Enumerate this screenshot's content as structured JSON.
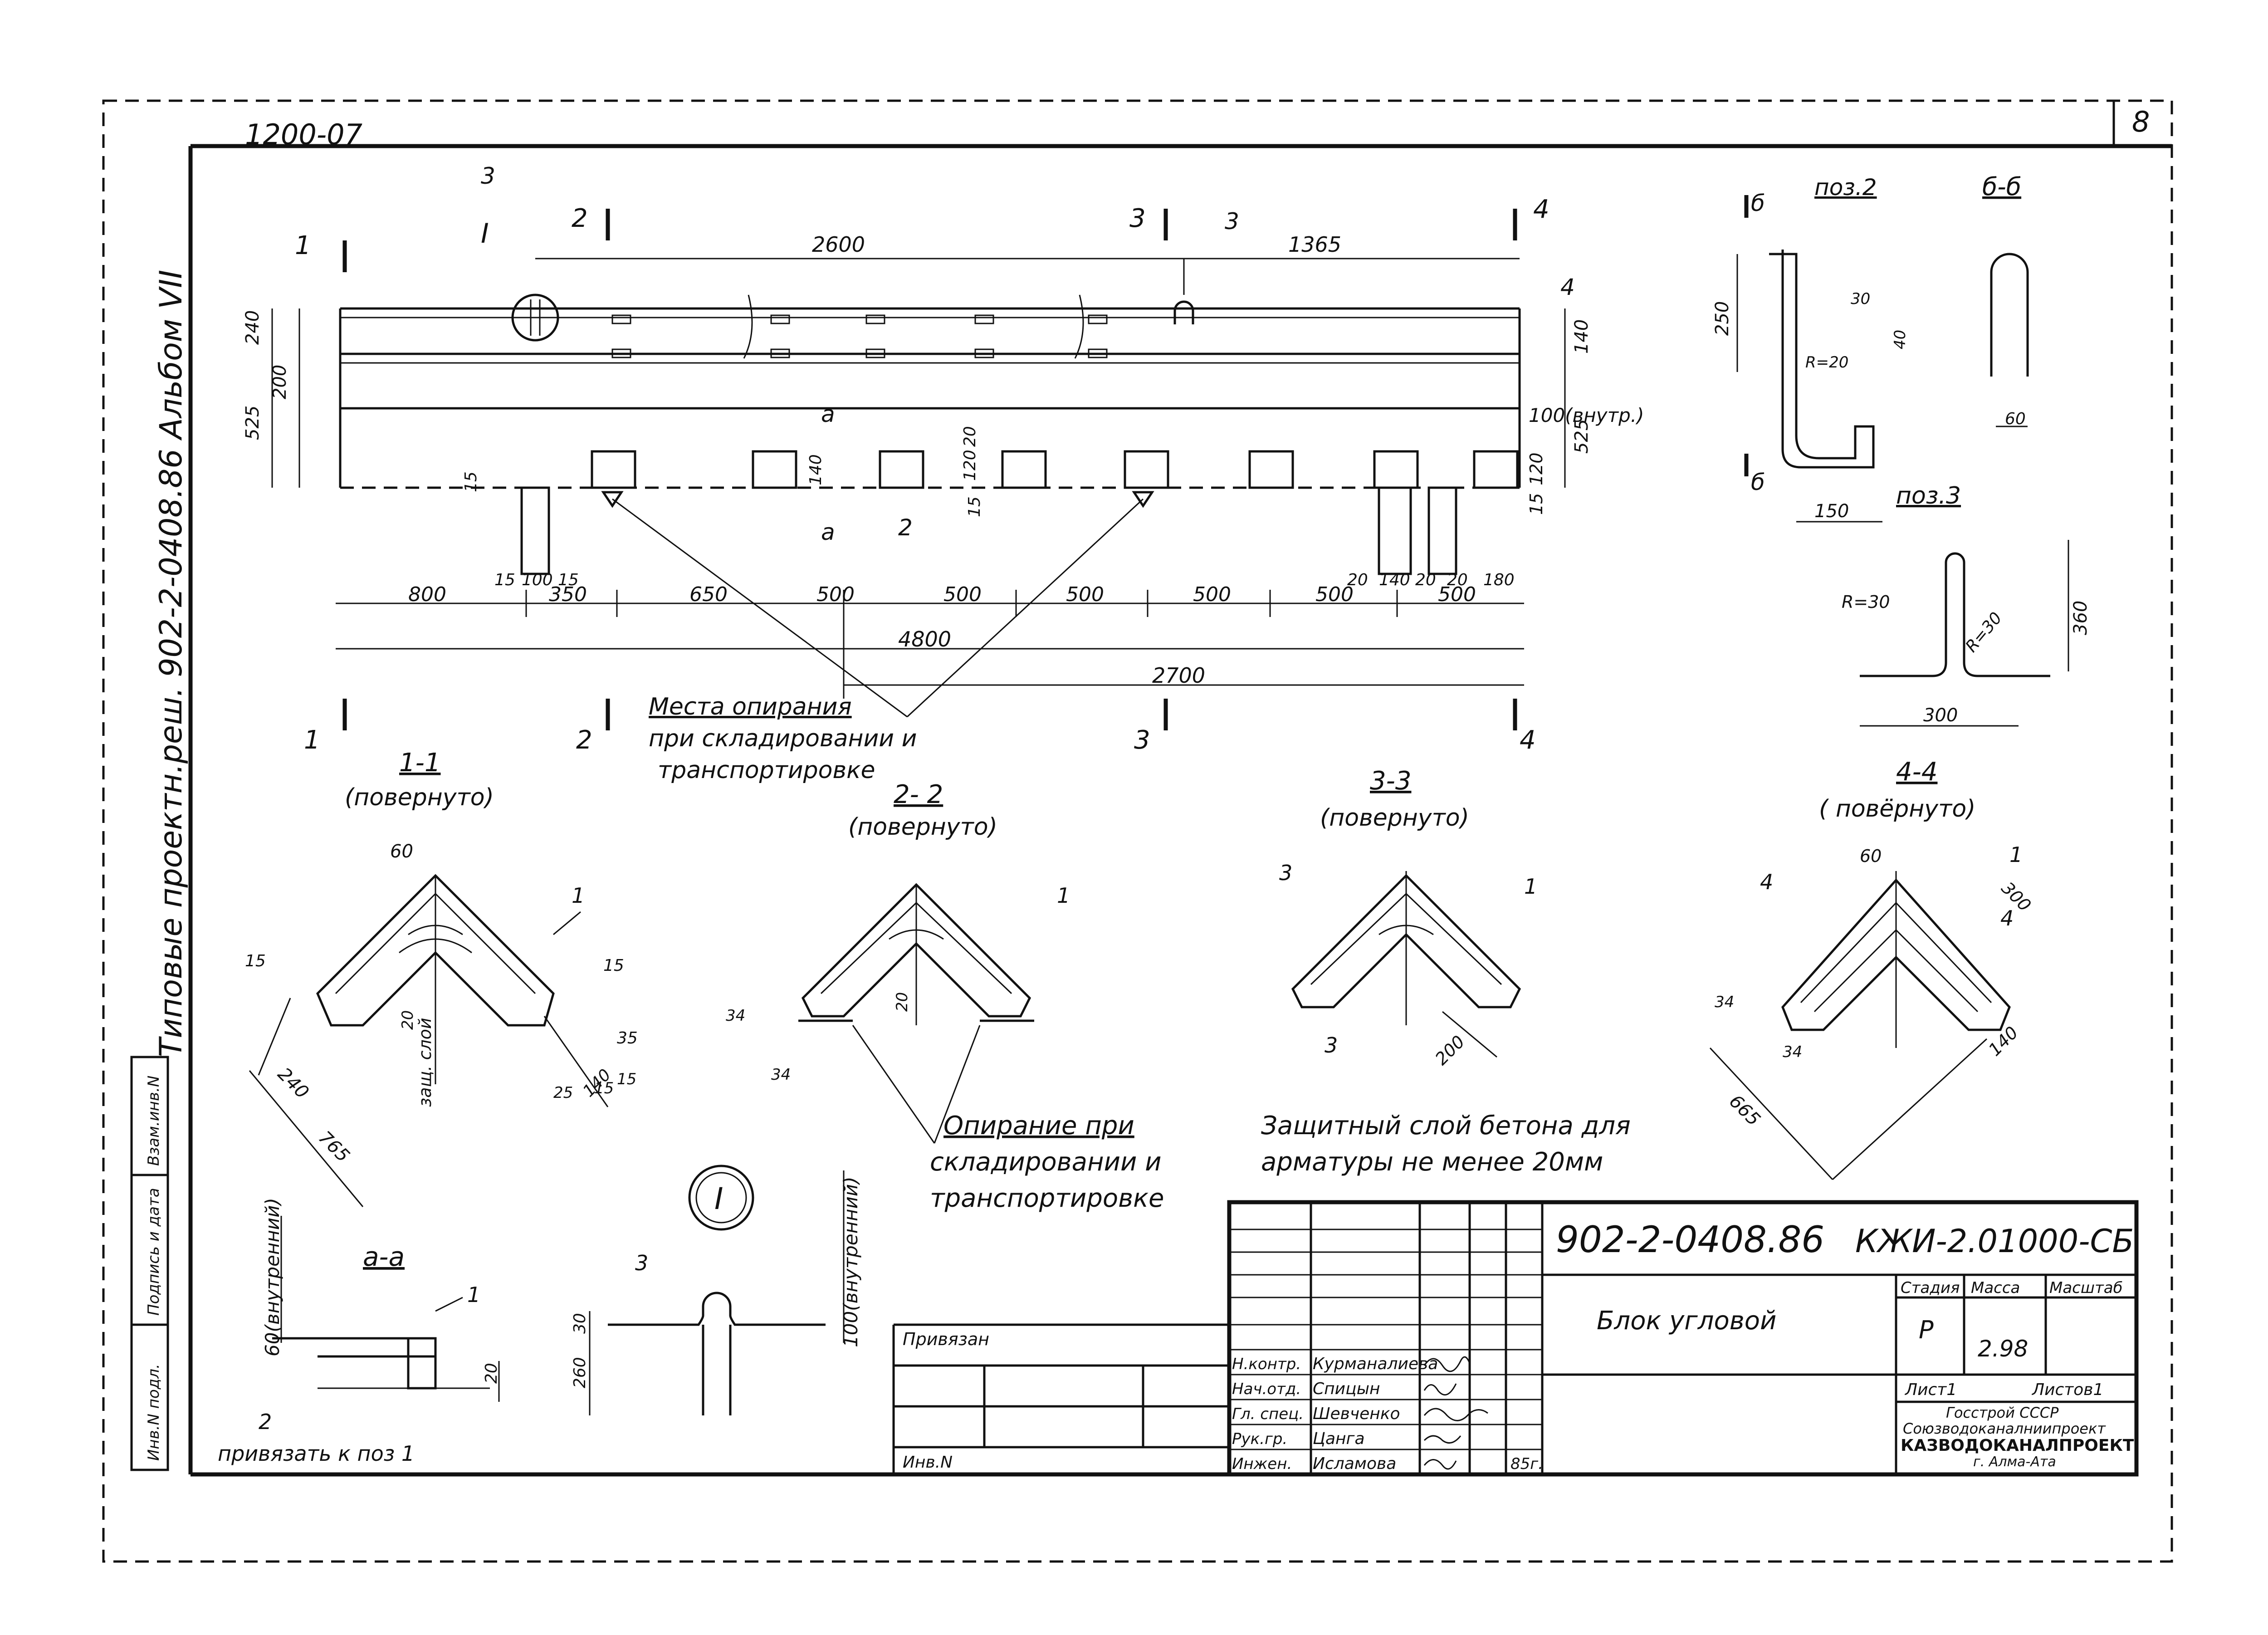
{
  "sheet": {
    "corner_code": "1200-07",
    "sheet_number": "8",
    "vertical_title": "Типовые проектн.реш. 902-2-0408.86 Альбом VII"
  },
  "elevation": {
    "section_marks": [
      "1",
      "2",
      "3",
      "4"
    ],
    "position_marks": [
      "3",
      "3",
      "4",
      "2"
    ],
    "detail_mark": "I",
    "cut_mark": "а",
    "dims_top": [
      "2600",
      "1365"
    ],
    "dims_left": [
      "240",
      "200",
      "525"
    ],
    "dims_right": [
      "140",
      "525",
      "120",
      "15"
    ],
    "inner_note": "100(внутр.)",
    "dims_pocket": [
      "140",
      "120",
      "20",
      "15",
      "15"
    ],
    "dims_leg_left": [
      "15",
      "100",
      "15"
    ],
    "dims_leg_right": [
      "20",
      "140",
      "20",
      "20",
      "180"
    ],
    "dims_bottom": [
      "800",
      "350",
      "650",
      "500",
      "500",
      "500",
      "500",
      "500",
      "500"
    ],
    "dim_total": "4800",
    "dim_support": "2700",
    "support_note_line1": "Места опирания",
    "support_note_line2": "при складировании и",
    "support_note_line3": "транспортировке"
  },
  "details": {
    "pos2_title": "поз.2",
    "pos2_mark": "б",
    "pos2_dims": [
      "250",
      "R=20",
      "30",
      "40",
      "150"
    ],
    "bb_title": "б-б",
    "bb_dims": [
      "60"
    ],
    "pos3_title": "поз.3",
    "pos3_dims": [
      "R=30",
      "R=30",
      "360",
      "300"
    ]
  },
  "sections": {
    "s11_title": "1-1",
    "s11_sub": "(повернуто)",
    "s11_dims": [
      "60",
      "15",
      "15",
      "240",
      "765",
      "20",
      "защ. слой",
      "35",
      "140",
      "25",
      "15",
      "15"
    ],
    "s22_title": "2- 2",
    "s22_sub": "(повернуто)",
    "s22_dims": [
      "20",
      "34",
      "34"
    ],
    "s33_title": "3-3",
    "s33_sub": "(повернуто)",
    "s33_dims": [
      "200"
    ],
    "s44_title": "4-4",
    "s44_sub": "( повёрнуто)",
    "s44_dims": [
      "60",
      "300",
      "34",
      "34",
      "140",
      "665"
    ],
    "marks": [
      "1",
      "1",
      "1",
      "1",
      "3",
      "3",
      "4",
      "4"
    ],
    "support_note_line1": "Опирание при",
    "support_note_line2": "складировании и",
    "support_note_line3": "транспортировке",
    "cover_note_line1": "Защитный слой бетона для",
    "cover_note_line2": "арматуры не менее 20мм"
  },
  "bottom_details": {
    "aa_title": "а-а",
    "aa_side_label": "60(внутренний)",
    "aa_dims": [
      "20"
    ],
    "aa_marks": [
      "1",
      "2"
    ],
    "aa_note": "привязать к поз 1",
    "detail_I_mark": "I",
    "detail_I_side_label": "100(внутренний)",
    "detail_I_mark_pos": "3",
    "detail_I_dims": [
      "30",
      "260"
    ]
  },
  "side_stamp": {
    "cells": [
      "Инв.N подл.",
      "Подпись и дата",
      "Взам.инв.N"
    ]
  },
  "title_block": {
    "doc_code": "902-2-0408.86",
    "drawing_code": "КЖИ-2.01000-СБ",
    "name": "Блок угловой",
    "bound_label": "Привязан",
    "inv_label": "Инв.N",
    "roles": [
      "Н.контр.",
      "Нач.отд.",
      "Гл. спец.",
      "Рук.гр.",
      "Инжен."
    ],
    "people": [
      "Курманалиева",
      "Спицын",
      "Шевченко",
      "Цанга",
      "Исламова"
    ],
    "year": "85г.",
    "stage_header": "Стадия",
    "mass_header": "Масса",
    "scale_header": "Масштаб",
    "stage_value": "Р",
    "mass_value": "2.98",
    "sheet_label": "Лист1",
    "sheets_label": "Листов1",
    "org_line1": "Госстрой СССР",
    "org_line2": "Союзводоканалниипроект",
    "org_line3": "КАЗВОДОКАНАЛПРОЕКТ",
    "org_line4": "г. Алма-Ата"
  }
}
